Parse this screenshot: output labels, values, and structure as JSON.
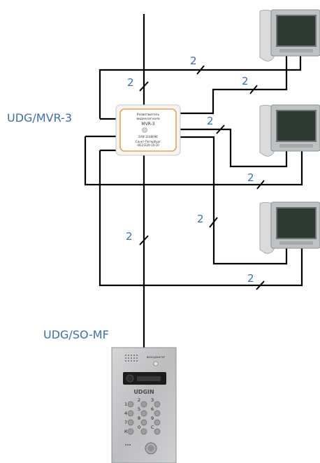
{
  "labels": {
    "splitter": "UDG/MVR-3",
    "panel": "UDG/SO-MF"
  },
  "wire_counts": {
    "w1": "2",
    "w2": "2",
    "w3": "2",
    "w4": "2",
    "w5": "2",
    "w6": "2",
    "w7": "2",
    "w8": "2"
  },
  "splitter_device": {
    "title1": "Разветвитель",
    "title2": "видеосигнала",
    "model": "MVR-3",
    "line1": "EAN 1108096",
    "line2": "Санкт-Петербург",
    "line3": "(812)329-10-10"
  },
  "panel_device": {
    "top_label": "ВИЗОДЖИТЕР",
    "brand": "UDGIN",
    "keys": [
      "1",
      "2",
      "3",
      "4",
      "5",
      "6",
      "7",
      "8",
      "9",
      "К",
      "0",
      "С"
    ]
  },
  "colors": {
    "label_blue": "#3a6eb5",
    "wire": "#000000",
    "splitter_border": "#f0a050"
  }
}
